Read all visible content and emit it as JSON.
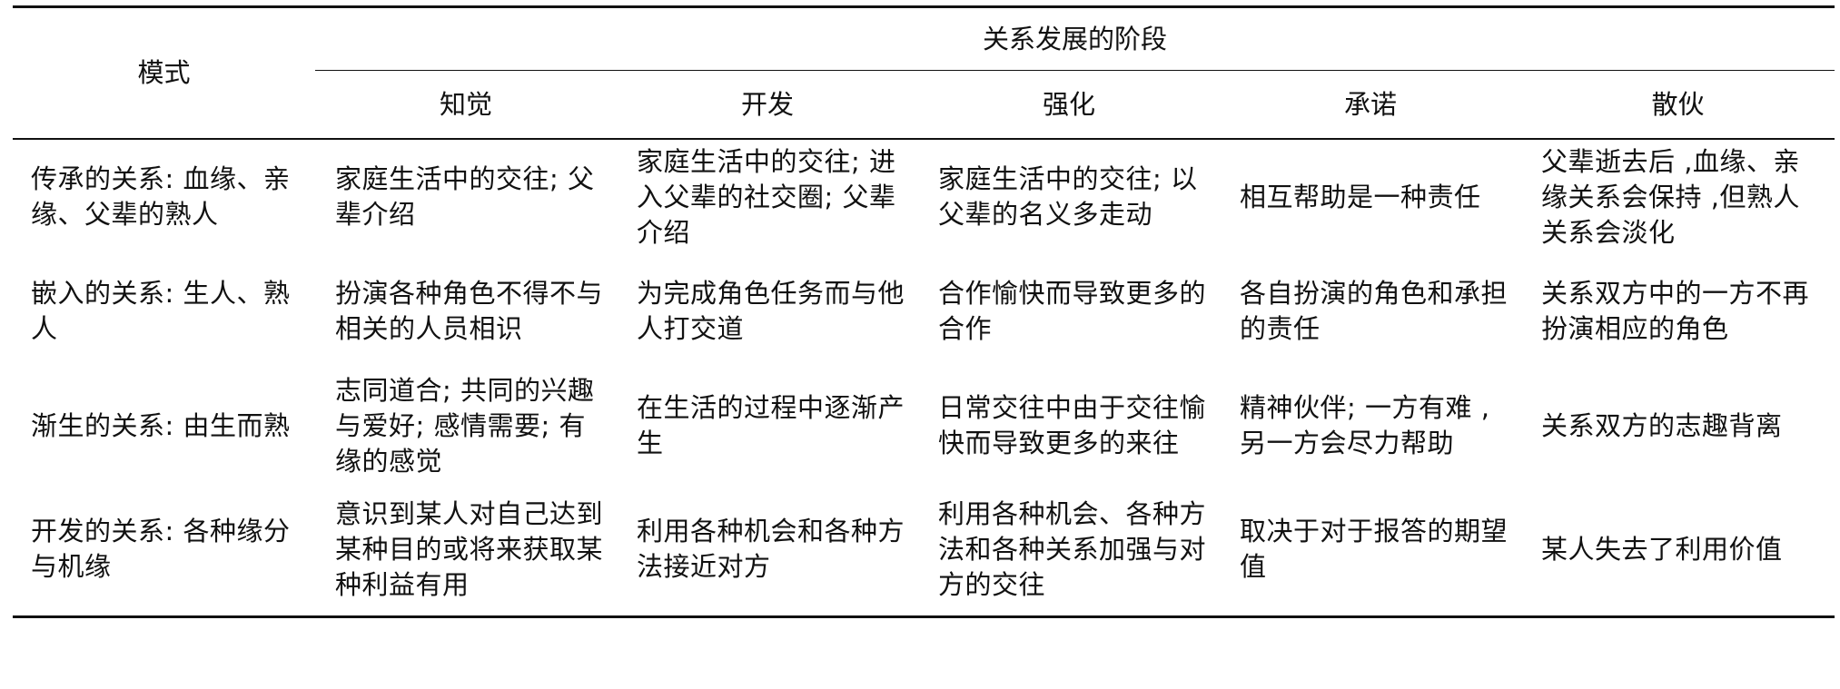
{
  "header": {
    "mode_label": "模式",
    "group_label": "关系发展的阶段",
    "stages": [
      "知觉",
      "开发",
      "强化",
      "承诺",
      "散伙"
    ]
  },
  "rows": [
    {
      "mode": "传承的关系: 血缘、亲缘、父辈的熟人",
      "cells": [
        "家庭生活中的交往; 父辈介绍",
        "家庭生活中的交往; 进入父辈的社交圈; 父辈介绍",
        "家庭生活中的交往; 以父辈的名义多走动",
        "相互帮助是一种责任",
        "父辈逝去后 ,血缘、亲缘关系会保持 ,但熟人关系会淡化"
      ]
    },
    {
      "mode": "嵌入的关系: 生人、熟人",
      "cells": [
        "扮演各种角色不得不与相关的人员相识",
        "为完成角色任务而与他人打交道",
        "合作愉快而导致更多的合作",
        "各自扮演的角色和承担的责任",
        "关系双方中的一方不再扮演相应的角色"
      ]
    },
    {
      "mode": "渐生的关系: 由生而熟",
      "cells": [
        "志同道合; 共同的兴趣与爱好; 感情需要; 有缘的感觉",
        "在生活的过程中逐渐产生",
        "日常交往中由于交往愉快而导致更多的来往",
        "精神伙伴; 一方有难 ,另一方会尽力帮助",
        "关系双方的志趣背离"
      ]
    },
    {
      "mode": "开发的关系: 各种缘分与机缘",
      "cells": [
        "意识到某人对自己达到某种目的或将来获取某种利益有用",
        "利用各种机会和各种方法接近对方",
        "利用各种机会、各种方法和各种关系加强与对方的交往",
        "取决于对于报答的期望值",
        "某人失去了利用价值"
      ]
    }
  ]
}
